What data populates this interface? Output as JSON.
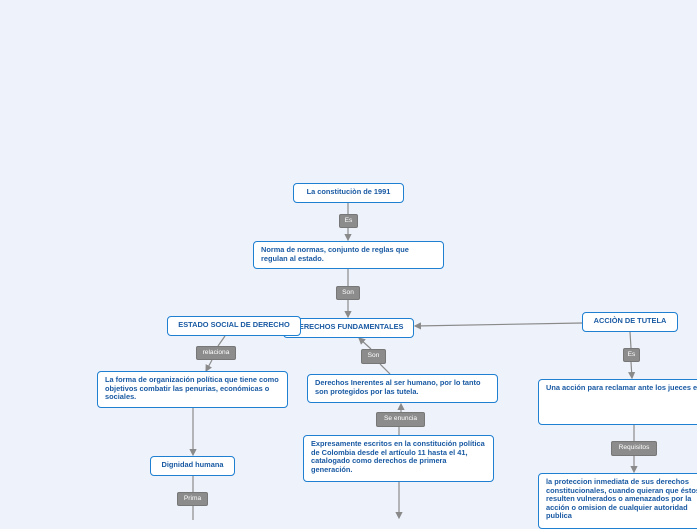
{
  "nodes": {
    "constitucion": "La constituciòn de 1991",
    "norma": "Norma de normas, conjunto de reglas que regulan al estado.",
    "derechos_fundamentales": "DERECHOS FUNDAMENTALES",
    "estado_social": "ESTADO SOCIAL DE DERECHO",
    "accion_tutela": "ACCIÒN  DE TUTELA",
    "forma_organizacion": "La forma de organización política que tiene como objetivos combatir las penurias, económicas o sociales.",
    "derechos_inherentes": "Derechos Inerentes al ser humano, por lo tanto son protegidos por las tutela.",
    "expresamente": "Expresamente escritos en la constitución política de Colombia desde el artículo 11 hasta el 41, catalogado como derechos de primera generación.",
    "dignidad": "Dignidad humana",
    "accion_reclamar": "Una acción para reclamar ante los jueces en todo momento y lugar mediante un procedimiento preferente y sumario por sí misma o por quien actué en su nombre.",
    "proteccion": "la proteccion inmediata de sus derechos constitucionales, cuando quieran que éstos resulten vulnerados o amenazados por la acción o omision de cualquier autoridad publica"
  },
  "labels": {
    "es_1": "Es",
    "son_1": "Son",
    "relaciona": "relaciona",
    "son_2": "Son",
    "se_enuncia": "Se enuncia",
    "prima": "Prima",
    "es_2": "Es",
    "requisitos": "Requisitos"
  },
  "colors": {
    "background": "#eef2fa",
    "node_border": "#1f7fd1",
    "node_text": "#1a5aa3",
    "label_bg": "#8c8c8c",
    "connector": "#8a8a8a"
  }
}
